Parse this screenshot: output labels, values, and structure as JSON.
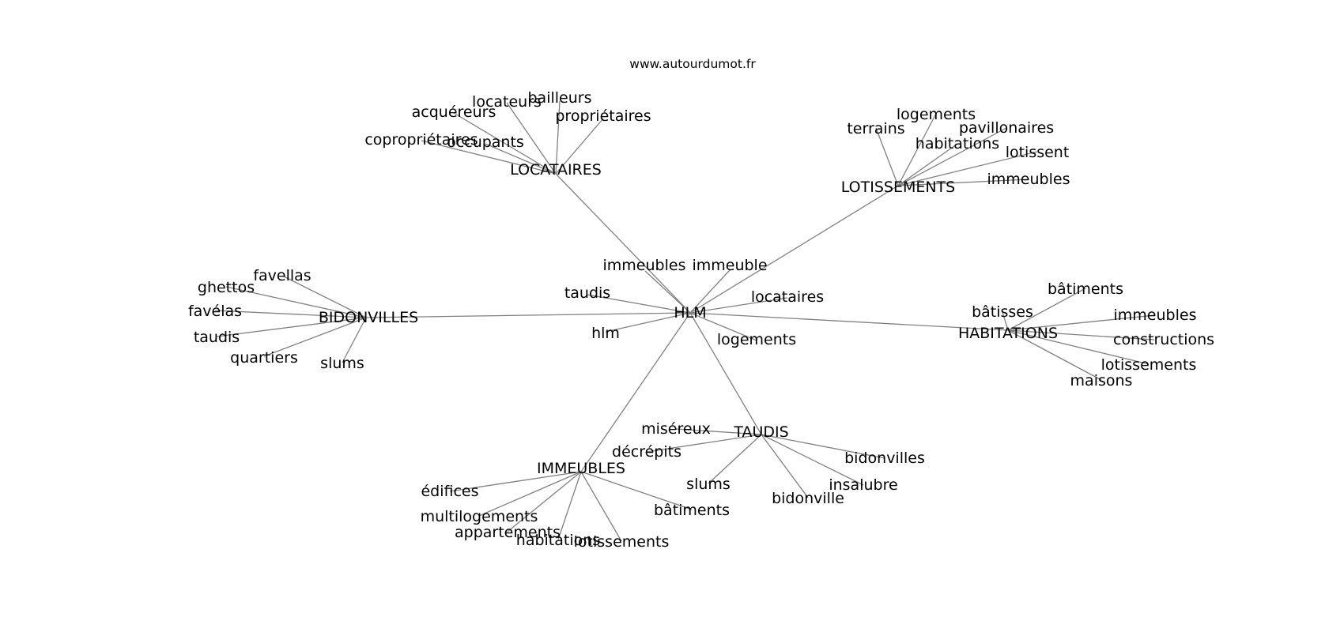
{
  "site": "www.autourdumot.fr",
  "graph": {
    "center": {
      "id": "hlm_center",
      "label": "HLM"
    },
    "hubs": [
      {
        "id": "locataires_hub",
        "label": "LOCATAIRES"
      },
      {
        "id": "lotissements_hub",
        "label": "LOTISSEMENTS"
      },
      {
        "id": "bidonvilles_hub",
        "label": "BIDONVILLES"
      },
      {
        "id": "habitations_hub",
        "label": "HABITATIONS"
      },
      {
        "id": "immeubles_hub",
        "label": "IMMEUBLES"
      },
      {
        "id": "taudis_hub",
        "label": "TAUDIS"
      }
    ],
    "leaves": [
      {
        "id": "c_immeubles",
        "label": "immeubles",
        "parent": "hlm_center"
      },
      {
        "id": "c_immeuble",
        "label": "immeuble",
        "parent": "hlm_center"
      },
      {
        "id": "c_taudis",
        "label": "taudis",
        "parent": "hlm_center"
      },
      {
        "id": "c_locataires",
        "label": "locataires",
        "parent": "hlm_center"
      },
      {
        "id": "c_hlm",
        "label": "hlm",
        "parent": "hlm_center"
      },
      {
        "id": "c_logements",
        "label": "logements",
        "parent": "hlm_center"
      },
      {
        "id": "loc_bailleurs",
        "label": "bailleurs",
        "parent": "locataires_hub"
      },
      {
        "id": "loc_locateurs",
        "label": "locateurs",
        "parent": "locataires_hub"
      },
      {
        "id": "loc_acquereurs",
        "label": "acquéreurs",
        "parent": "locataires_hub"
      },
      {
        "id": "loc_proprietaires",
        "label": "propriétaires",
        "parent": "locataires_hub"
      },
      {
        "id": "loc_coproprietaires",
        "label": "copropriétaires",
        "parent": "locataires_hub"
      },
      {
        "id": "loc_occupants",
        "label": "occupants",
        "parent": "locataires_hub"
      },
      {
        "id": "lot_logements",
        "label": "logements",
        "parent": "lotissements_hub"
      },
      {
        "id": "lot_terrains",
        "label": "terrains",
        "parent": "lotissements_hub"
      },
      {
        "id": "lot_pavillonaires",
        "label": "pavillonaires",
        "parent": "lotissements_hub"
      },
      {
        "id": "lot_habitations",
        "label": "habitations",
        "parent": "lotissements_hub"
      },
      {
        "id": "lot_lotissent",
        "label": "lotissent",
        "parent": "lotissements_hub"
      },
      {
        "id": "lot_immeubles",
        "label": "immeubles",
        "parent": "lotissements_hub"
      },
      {
        "id": "bid_favellas",
        "label": "favellas",
        "parent": "bidonvilles_hub"
      },
      {
        "id": "bid_ghettos",
        "label": "ghettos",
        "parent": "bidonvilles_hub"
      },
      {
        "id": "bid_favelas",
        "label": "favélas",
        "parent": "bidonvilles_hub"
      },
      {
        "id": "bid_taudis",
        "label": "taudis",
        "parent": "bidonvilles_hub"
      },
      {
        "id": "bid_quartiers",
        "label": "quartiers",
        "parent": "bidonvilles_hub"
      },
      {
        "id": "bid_slums",
        "label": "slums",
        "parent": "bidonvilles_hub"
      },
      {
        "id": "hab_batiments",
        "label": "bâtiments",
        "parent": "habitations_hub"
      },
      {
        "id": "hab_batisses",
        "label": "bâtisses",
        "parent": "habitations_hub"
      },
      {
        "id": "hab_immeubles",
        "label": "immeubles",
        "parent": "habitations_hub"
      },
      {
        "id": "hab_constructions",
        "label": "constructions",
        "parent": "habitations_hub"
      },
      {
        "id": "hab_lotissements",
        "label": "lotissements",
        "parent": "habitations_hub"
      },
      {
        "id": "hab_maisons",
        "label": "maisons",
        "parent": "habitations_hub"
      },
      {
        "id": "imm_edifices",
        "label": "édifices",
        "parent": "immeubles_hub"
      },
      {
        "id": "imm_multilogements",
        "label": "multilogements",
        "parent": "immeubles_hub"
      },
      {
        "id": "imm_appartements",
        "label": "appartements",
        "parent": "immeubles_hub"
      },
      {
        "id": "imm_habitations",
        "label": "habitations",
        "parent": "immeubles_hub"
      },
      {
        "id": "imm_lotissements",
        "label": "lotissements",
        "parent": "immeubles_hub"
      },
      {
        "id": "imm_batiments",
        "label": "bâtiments",
        "parent": "immeubles_hub"
      },
      {
        "id": "tau_misereux",
        "label": "miséreux",
        "parent": "taudis_hub"
      },
      {
        "id": "tau_decrepits",
        "label": "décrépits",
        "parent": "taudis_hub"
      },
      {
        "id": "tau_bidonvilles",
        "label": "bidonvilles",
        "parent": "taudis_hub"
      },
      {
        "id": "tau_slums",
        "label": "slums",
        "parent": "taudis_hub"
      },
      {
        "id": "tau_insalubre",
        "label": "insalubre",
        "parent": "taudis_hub"
      },
      {
        "id": "tau_bidonville",
        "label": "bidonville",
        "parent": "taudis_hub"
      }
    ]
  }
}
